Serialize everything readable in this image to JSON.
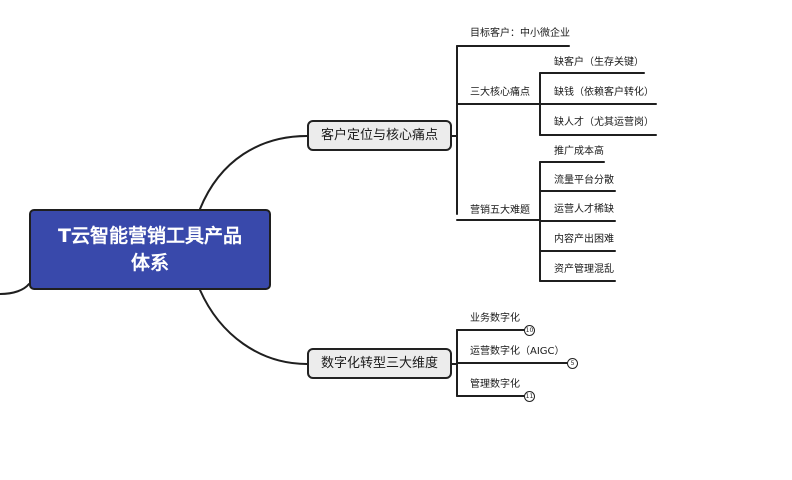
{
  "root": {
    "line1": "T云智能营销工具产品",
    "line2": "体系"
  },
  "branch1": {
    "label": "客户定位与核心痛点",
    "target": "目标客户：中小微企业",
    "pain_label": "三大核心痛点",
    "pains": [
      "缺客户（生存关键）",
      "缺钱（依赖客户转化）",
      "缺人才（尤其运营岗）"
    ],
    "problems_label": "营销五大难题",
    "problems": [
      "推广成本高",
      "流量平台分散",
      "运营人才稀缺",
      "内容产出困难",
      "资产管理混乱"
    ]
  },
  "branch2": {
    "label": "数字化转型三大维度",
    "dims": [
      {
        "label": "业务数字化",
        "count": "10"
      },
      {
        "label": "运营数字化（AIGC）",
        "count": "5"
      },
      {
        "label": "管理数字化",
        "count": "11"
      }
    ]
  },
  "colors": {
    "root_fill": "#3949ab",
    "branch_fill": "#ececec",
    "line": "#1f1f1f"
  }
}
